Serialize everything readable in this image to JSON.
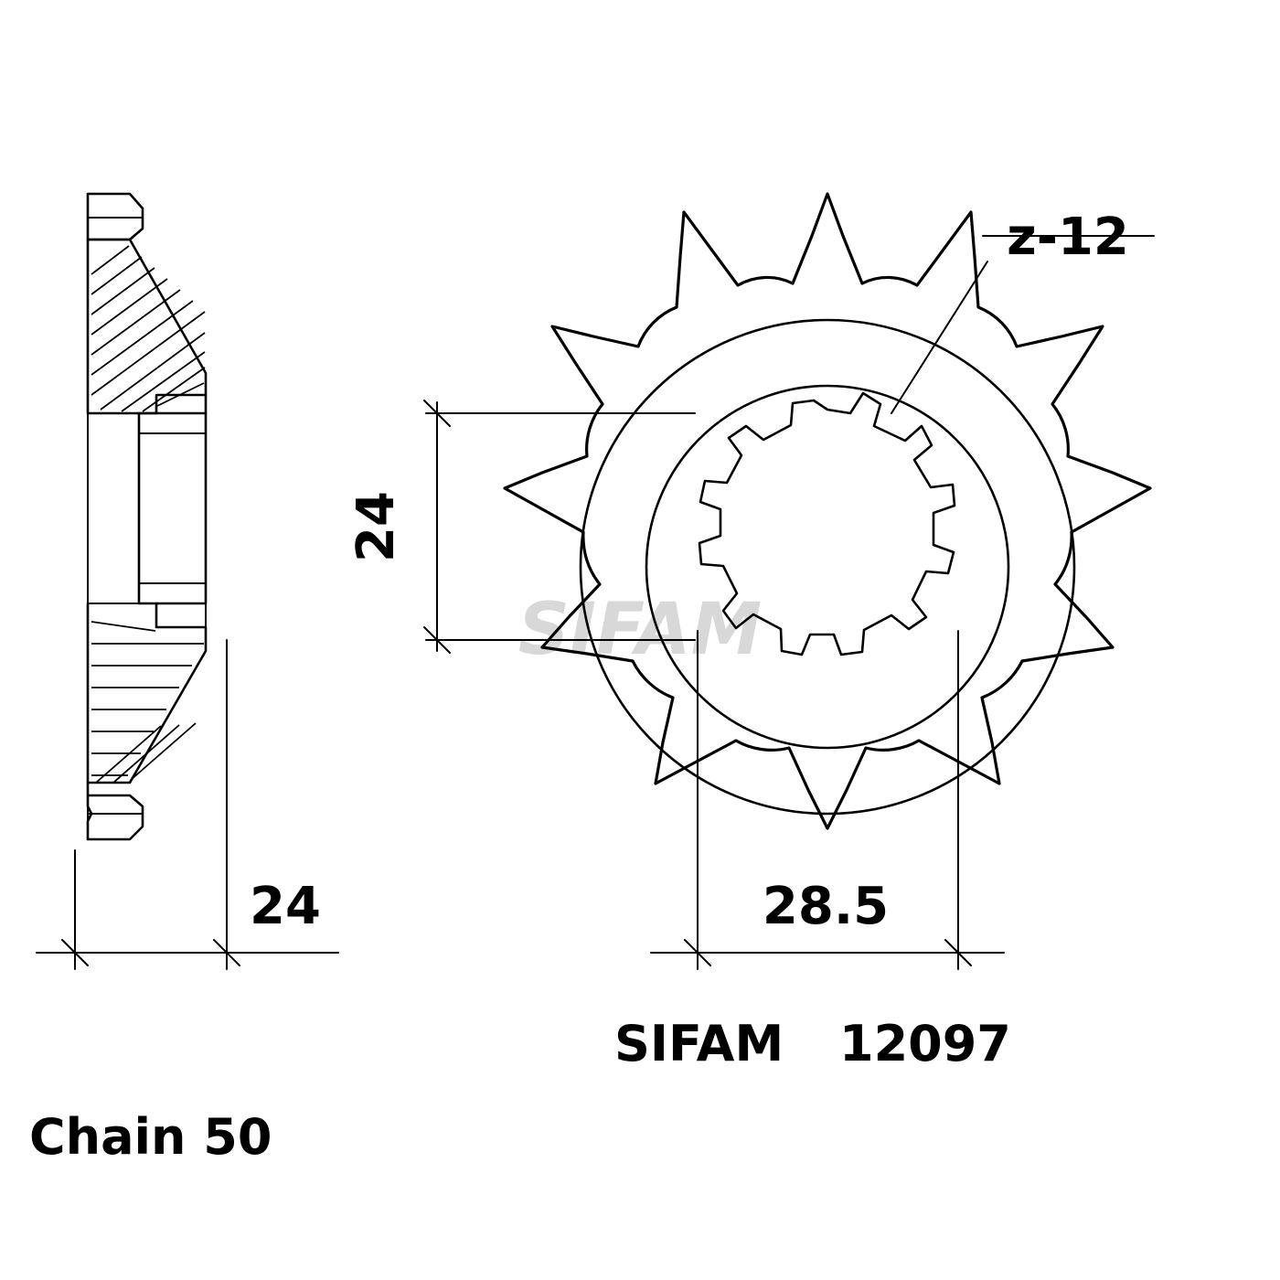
{
  "diagram": {
    "type": "technical-drawing",
    "subject": "motorcycle front sprocket",
    "views": {
      "side_section": {
        "name": "side sectional view"
      },
      "front": {
        "name": "front face view"
      }
    },
    "dimensions": {
      "thickness": "24",
      "bore_width": "24",
      "spline_width": "28.5",
      "teeth_callout": "z-12"
    },
    "labels": {
      "brand": "SIFAM",
      "part_number": "12097",
      "chain": "Chain 50",
      "watermark": "SIFAM"
    }
  }
}
